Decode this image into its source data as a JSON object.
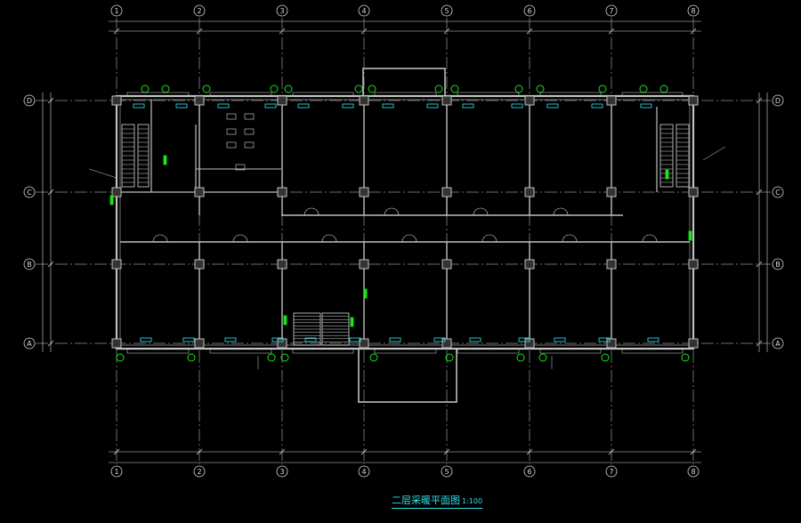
{
  "drawing": {
    "title": "二层采暖平面图",
    "scale": "1:100",
    "column_axes": [
      "1",
      "2",
      "3",
      "4",
      "5",
      "6",
      "7",
      "8"
    ],
    "row_axes": [
      "D",
      "C",
      "B",
      "A"
    ]
  },
  "colors": {
    "background": "#000000",
    "lines": "#d8d8d8",
    "walls": "#bfbfbf",
    "radiator": "#27d3e0",
    "device": "#19e619",
    "title": "#2fe0e8"
  }
}
